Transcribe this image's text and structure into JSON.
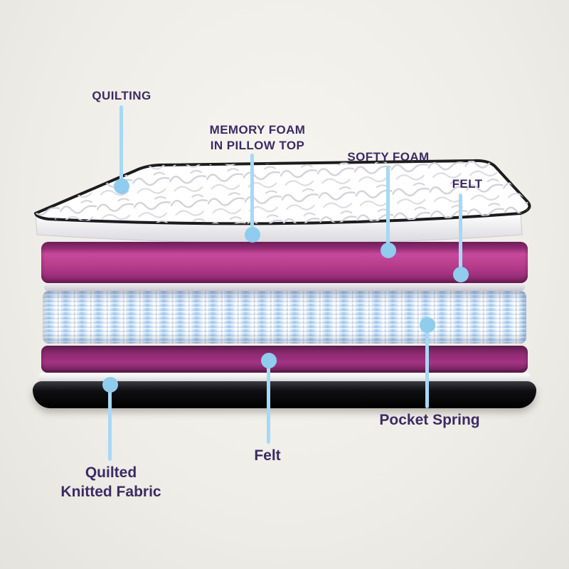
{
  "diagram": {
    "subject": "mattress-layers-cutaway",
    "colors": {
      "background": "#efede7",
      "label_text": "#3b2b63",
      "callout_line": "#a6d9f5",
      "callout_dot": "#8fccee",
      "foam_pink_upper": "#b93e8e",
      "foam_purple_lower": "#8e2a72",
      "spring_blue": "#a9cdf0",
      "base_black": "#101013",
      "quilt_white": "#ffffff"
    },
    "labels": {
      "quilting": "QUILTING",
      "memory_foam": "MEMORY FOAM\nIN PILLOW TOP",
      "softy_foam": "SOFTY FOAM",
      "felt_top": "FELT",
      "pocket_spring": "Pocket Spring",
      "felt_bottom": "Felt",
      "quilted_knitted_fabric": "Quilted\nKnitted Fabric"
    }
  }
}
